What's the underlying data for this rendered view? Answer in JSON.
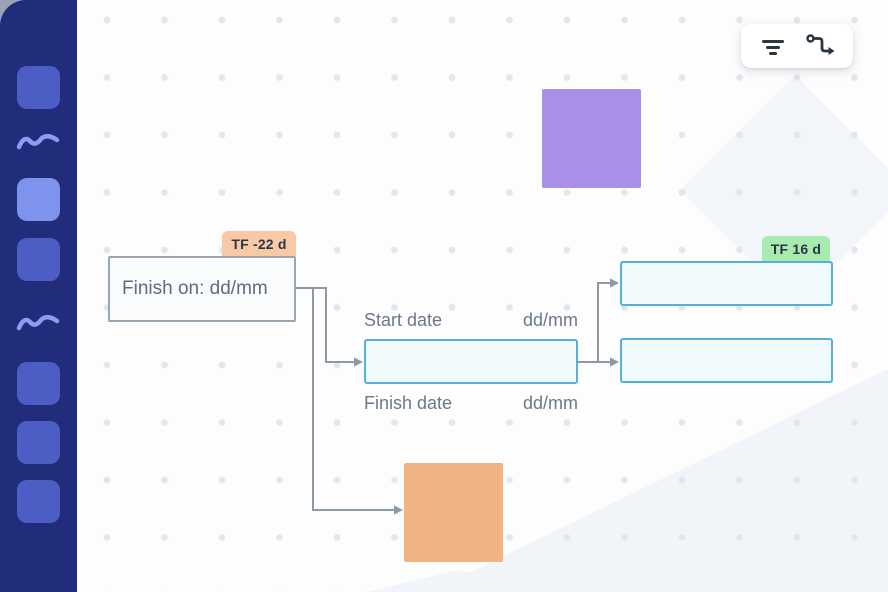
{
  "app": {
    "kind": "whiteboard-diagram-editor"
  },
  "sidebar": {
    "tools": [
      {
        "icon": "rounded-square-icon",
        "variant": "default"
      },
      {
        "icon": "squiggle-line-icon",
        "variant": "default"
      },
      {
        "icon": "rounded-square-icon",
        "variant": "highlighted"
      },
      {
        "icon": "rounded-square-icon",
        "variant": "default"
      },
      {
        "icon": "squiggle-line-icon",
        "variant": "default"
      },
      {
        "icon": "rounded-square-icon",
        "variant": "default"
      },
      {
        "icon": "rounded-square-icon",
        "variant": "default"
      },
      {
        "icon": "rounded-square-icon",
        "variant": "default"
      }
    ]
  },
  "toolbar": {
    "icons": [
      "filter-icon",
      "elbow-connector-icon"
    ]
  },
  "diagram": {
    "nodes": {
      "finish_on": {
        "label": "Finish on: dd/mm",
        "badge": "TF -22 d"
      },
      "center_task": {
        "start_label": "Start date",
        "start_value": "dd/mm",
        "finish_label": "Finish date",
        "finish_value": "dd/mm"
      },
      "right_top": {
        "badge": "TF 16 d"
      },
      "right_bottom": {},
      "purple_square": {
        "color": "#AA8FE9"
      },
      "orange_square": {
        "color": "#F0B381"
      }
    },
    "colors": {
      "cyan_node_border": "#57AFDE",
      "gray_node_border": "#9AA5B2",
      "badge_peach": "#F8C9A7",
      "badge_green": "#A8EBAF",
      "connector": "#8E99A8",
      "sidebar_bg": "#212C7B",
      "sidebar_tool": "#4C5EC3",
      "sidebar_tool_light": "#7E93EC"
    }
  }
}
